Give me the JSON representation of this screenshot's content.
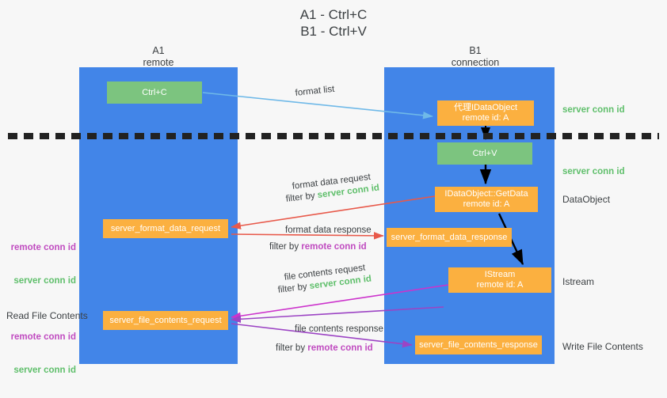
{
  "title": "A1 - Ctrl+C\nB1 - Ctrl+V",
  "columns": {
    "left": "A1\nremote",
    "right": "B1\nconnection"
  },
  "boxes": {
    "ctrl_c": "Ctrl+C",
    "ctrl_v": "Ctrl+V",
    "proxy_dataobject_line1": "代理IDataObject",
    "proxy_dataobject_line2": "remote id: A",
    "getdata_line1": "IDataObject::GetData",
    "getdata_line2": "remote id: A",
    "istream_line1": "IStream",
    "istream_line2": "remote id: A",
    "server_format_data_request": "server_format_data_request",
    "server_format_data_response": "server_format_data_response",
    "server_file_contents_request": "server_file_contents_request",
    "server_file_contents_response": "server_file_contents_response"
  },
  "annotations": {
    "server_conn_id_top": "server conn id",
    "server_conn_id_mid": "server conn id",
    "dataobject": "DataObject",
    "istream": "Istream",
    "write_file_contents": "Write File Contents",
    "read_file_contents": "Read File Contents",
    "remote_conn_id": "remote conn id",
    "server_conn_id": "server conn id"
  },
  "flow_labels": {
    "format_list": "format list",
    "format_data_request": "format data request",
    "filter_by": "filter by ",
    "filter_server_conn_id": "server conn id",
    "format_data_response": "format data response",
    "filter_remote_conn_id": "remote conn id",
    "file_contents_request": "file contents request",
    "file_contents_response": "file contents response"
  },
  "colors": {
    "lane": "#4285e8",
    "green_box": "#7cc47f",
    "orange_box": "#fbb040",
    "green_text": "#5fbf6b",
    "purple_text": "#c04bc0",
    "arrow_blue": "#6fb9e8",
    "arrow_red": "#e8594a",
    "arrow_magenta": "#cc33cc",
    "arrow_purple": "#9c44c4",
    "arrow_black": "#000000",
    "background": "#f7f7f7"
  }
}
